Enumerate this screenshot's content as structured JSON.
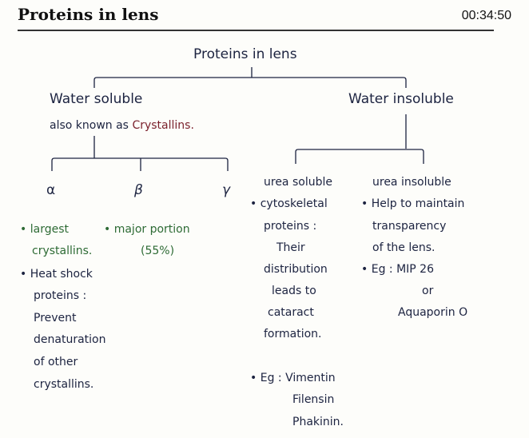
{
  "header": {
    "title": "Proteins in lens",
    "timer": "00:34:50"
  },
  "root": "Proteins in lens",
  "soluble": {
    "label": "Water soluble",
    "aka_prefix": "also known as",
    "aka_term": "Crystallins.",
    "alpha": "α",
    "beta": "β",
    "gamma": "γ",
    "alpha_notes": [
      "largest",
      "crystallins.",
      "Heat shock",
      "proteins :",
      "Prevent",
      "denaturation",
      "of other",
      "crystallins."
    ],
    "beta_notes": [
      "major portion",
      "(55%)"
    ]
  },
  "insoluble": {
    "label": "Water insoluble",
    "urea_soluble": {
      "label": "urea soluble",
      "lines": [
        "cytoskeletal",
        "proteins :",
        "Their",
        "distribution",
        "leads to",
        "cataract",
        "formation."
      ],
      "eg": [
        "Eg : Vimentin",
        "Filensin",
        "Phakinin."
      ]
    },
    "urea_insoluble": {
      "label": "urea insoluble",
      "lines": [
        "Help to maintain",
        "transparency",
        "of the lens."
      ],
      "eg": [
        "Eg : MIP 26",
        "or",
        "Aquaporin O"
      ]
    }
  }
}
